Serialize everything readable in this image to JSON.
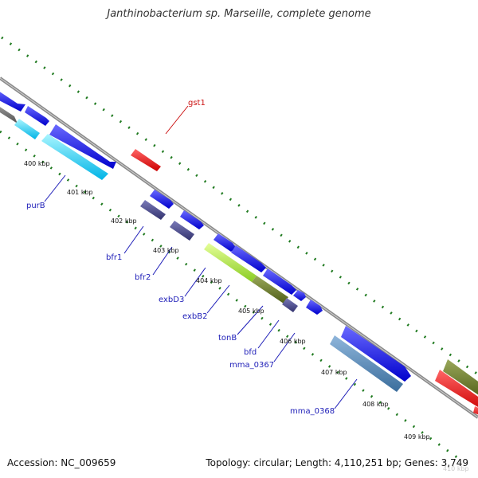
{
  "title": "Janthinobacterium sp. Marseille, complete genome",
  "footer": {
    "accession": "Accession: NC_009659",
    "stats": "Topology: circular; Length: 4,110,251 bp; Genes: 3,749"
  },
  "colors": {
    "backbone": "#8a8a8a",
    "tick": "#1f7a1f",
    "label_blue": "#1d1db8",
    "label_red": "#cc1111"
  },
  "ticks": [
    {
      "label": "400 kbp"
    },
    {
      "label": "401 kbp"
    },
    {
      "label": "402 kbp"
    },
    {
      "label": "403 kbp"
    },
    {
      "label": "404 kbp"
    },
    {
      "label": "405 kbp"
    },
    {
      "label": "406 kbp"
    },
    {
      "label": "407 kbp"
    },
    {
      "label": "408 kbp"
    },
    {
      "label": "409 kbp"
    },
    {
      "label": "410 kbp"
    }
  ],
  "gene_labels": [
    {
      "name": "gst1",
      "color": "#cc1111"
    },
    {
      "name": "purB",
      "color": "#1d1db8"
    },
    {
      "name": "bfr1",
      "color": "#1d1db8"
    },
    {
      "name": "bfr2",
      "color": "#1d1db8"
    },
    {
      "name": "exbD3",
      "color": "#1d1db8"
    },
    {
      "name": "exbB2",
      "color": "#1d1db8"
    },
    {
      "name": "tonB",
      "color": "#1d1db8"
    },
    {
      "name": "bfd",
      "color": "#1d1db8"
    },
    {
      "name": "mma_0367",
      "color": "#1d1db8"
    },
    {
      "name": "mma_0368",
      "color": "#1d1db8"
    }
  ]
}
